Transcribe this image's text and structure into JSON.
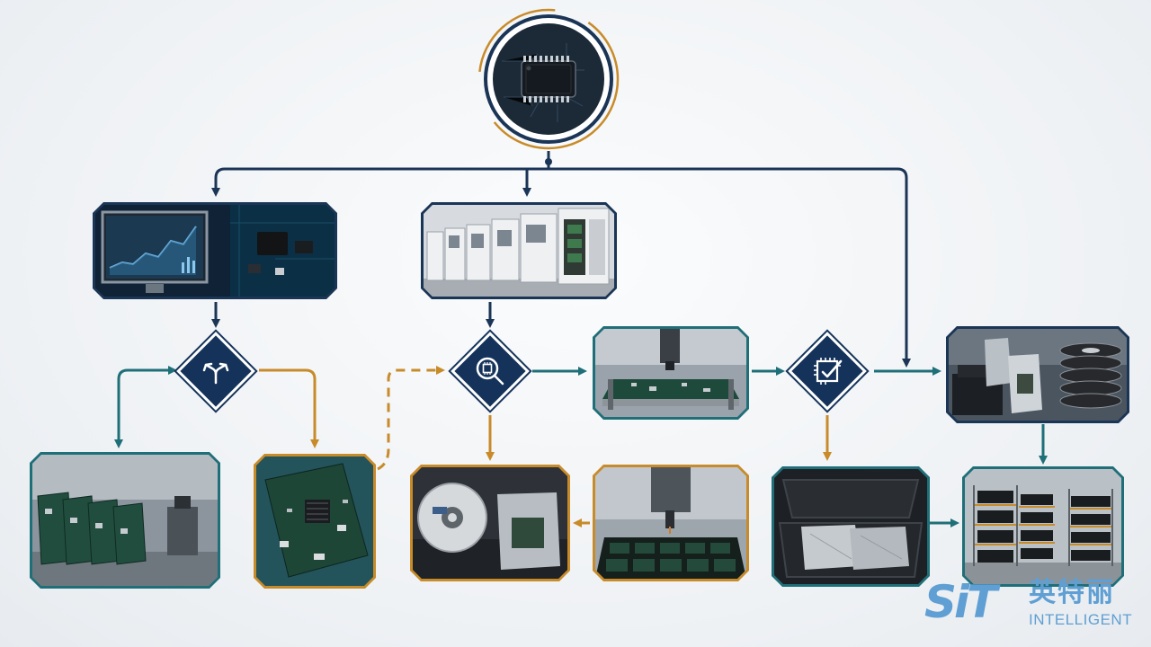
{
  "colors": {
    "navy": "#1b3556",
    "teal": "#1f6f78",
    "gold": "#c88b2a",
    "logo_blue": "#5f9fd3"
  },
  "nodes": {
    "hub": {
      "icon": "ic-chip-icon"
    },
    "decision_split": {
      "icon": "split-arrows-icon"
    },
    "decision_inspect": {
      "icon": "magnifier-chip-icon"
    },
    "decision_verify": {
      "icon": "chip-checkmark-icon"
    }
  },
  "images": [
    "monitor-dashboard-pcb-photo",
    "environmental-test-chambers-photo",
    "pcb-test-fixture-photo",
    "packaging-reels-bags-photo",
    "pcb-board-line-photo",
    "pcb-closeup-photo",
    "tape-reel-esd-bag-photo",
    "pick-and-place-machine-photo",
    "rugged-case-esd-bags-photo",
    "warehouse-shelving-photo"
  ],
  "logo": {
    "mark": "SiT",
    "chinese_name": "英特丽",
    "english_name": "INTELLIGENT"
  }
}
